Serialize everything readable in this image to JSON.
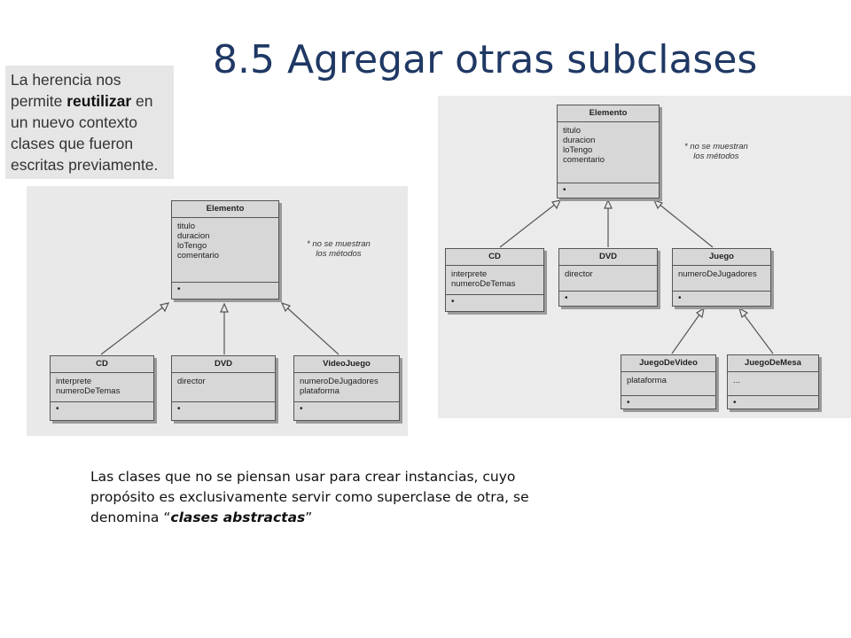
{
  "title": "8.5 Agregar otras subclases",
  "note_scan": {
    "line1": "La herencia nos",
    "line2_pre": "permite ",
    "line2_bold": "reutilizar",
    "line2_post": " en",
    "line3": "un nuevo contexto",
    "line4": "clases que fueron",
    "line5": "escritas previamente."
  },
  "diagram_left": {
    "note": [
      "* no se muestran",
      "los métodos"
    ],
    "elemento": {
      "name": "Elemento",
      "attrs": [
        "titulo",
        "duracion",
        "loTengo",
        "comentario"
      ],
      "meth": "•"
    },
    "cd": {
      "name": "CD",
      "attrs": [
        "interprete",
        "numeroDeTemas"
      ],
      "meth": "•"
    },
    "dvd": {
      "name": "DVD",
      "attrs": [
        "director"
      ],
      "meth": "•"
    },
    "videojuego": {
      "name": "VideoJuego",
      "attrs": [
        "numeroDeJugadores",
        "plataforma"
      ],
      "meth": "•"
    }
  },
  "diagram_right": {
    "note": [
      "* no se muestran",
      "los métodos"
    ],
    "elemento": {
      "name": "Elemento",
      "attrs": [
        "titulo",
        "duracion",
        "loTengo",
        "comentario"
      ],
      "meth": "•"
    },
    "cd": {
      "name": "CD",
      "attrs": [
        "interprete",
        "numeroDeTemas"
      ],
      "meth": "•"
    },
    "dvd": {
      "name": "DVD",
      "attrs": [
        "director"
      ],
      "meth": "•"
    },
    "juego": {
      "name": "Juego",
      "attrs": [
        "numeroDeJugadores"
      ],
      "meth": "•"
    },
    "juegodevideo": {
      "name": "JuegoDeVideo",
      "attrs": [
        "plataforma"
      ],
      "meth": "•"
    },
    "juegodemesa": {
      "name": "JuegoDeMesa",
      "attrs": [
        "..."
      ],
      "meth": "•"
    }
  },
  "body_text": {
    "line1": "Las clases que no se piensan usar para crear instancias, cuyo",
    "line2": "propósito es exclusivamente servir como superclase de otra, se",
    "line3_pre": "denomina “",
    "line3_em": "clases abstractas",
    "line3_post": "”"
  }
}
